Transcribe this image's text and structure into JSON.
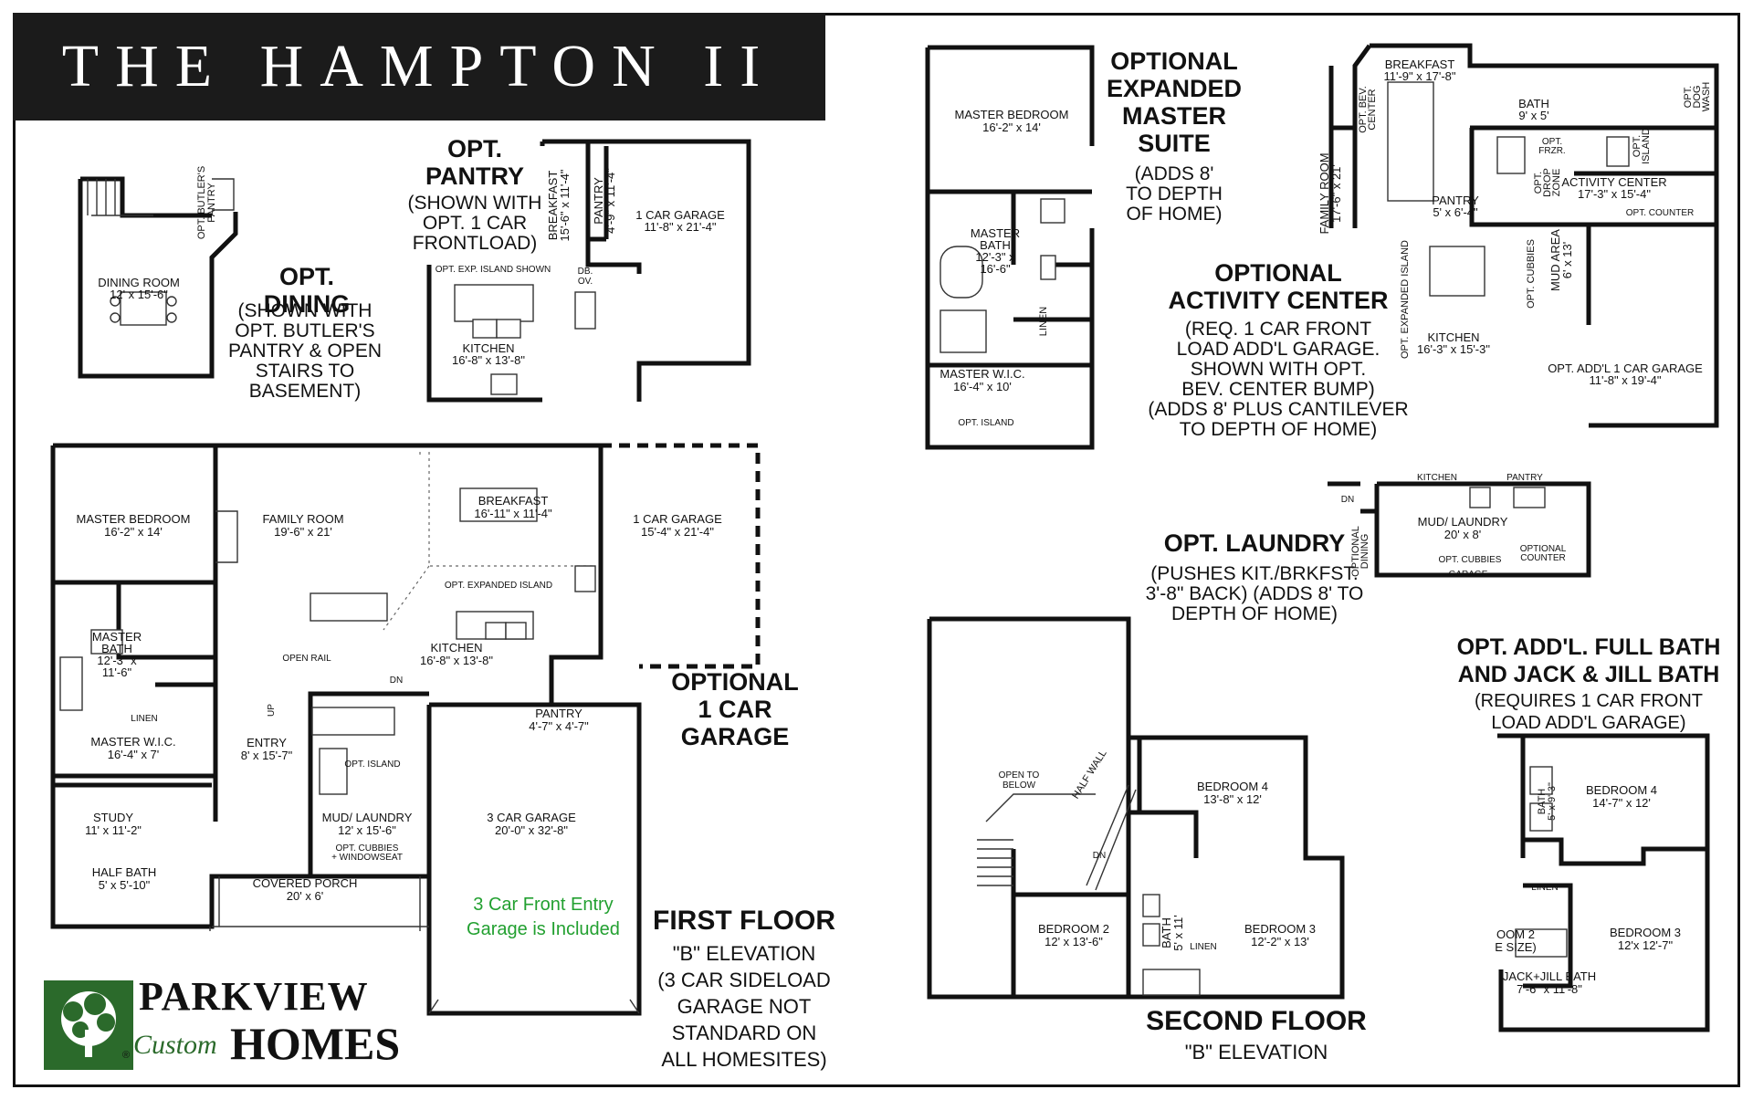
{
  "title": "THE HAMPTON II",
  "headings": {
    "opt_dining": "OPT. DINING",
    "opt_dining_note": [
      "(SHOWN WITH",
      "OPT. BUTLER'S",
      "PANTRY & OPEN",
      "STAIRS TO",
      "BASEMENT)"
    ],
    "opt_pantry": [
      "OPT.",
      "PANTRY"
    ],
    "opt_pantry_note": [
      "(SHOWN WITH",
      "OPT. 1 CAR",
      "FRONTLOAD)"
    ],
    "opt_master": [
      "OPTIONAL",
      "EXPANDED",
      "MASTER",
      "SUITE"
    ],
    "opt_master_note": [
      "(ADDS 8'",
      "TO DEPTH",
      "OF HOME)"
    ],
    "opt_activity": [
      "OPTIONAL",
      "ACTIVITY CENTER"
    ],
    "opt_activity_note": [
      "(REQ. 1 CAR FRONT",
      "LOAD ADD'L GARAGE.",
      "SHOWN WITH OPT.",
      "BEV. CENTER BUMP)",
      "(ADDS 8' PLUS CANTILEVER",
      "TO DEPTH OF HOME)"
    ],
    "opt_laundry": "OPT. LAUNDRY",
    "opt_laundry_note": [
      "(PUSHES KIT./BRKFST.",
      "3'-8\" BACK) (ADDS 8' TO",
      "DEPTH OF HOME)"
    ],
    "opt_garage": [
      "OPTIONAL",
      "1 CAR",
      "GARAGE"
    ],
    "first_floor": "FIRST FLOOR",
    "first_floor_note": [
      "\"B\" ELEVATION",
      "(3 CAR SIDELOAD",
      "GARAGE NOT",
      "STANDARD ON",
      "ALL HOMESITES)"
    ],
    "second_floor": "SECOND FLOOR",
    "second_floor_note": "\"B\" ELEVATION",
    "opt_bath": [
      "OPT. ADD'L. FULL BATH",
      "AND JACK & JILL BATH"
    ],
    "opt_bath_note": [
      "(REQUIRES 1 CAR FRONT",
      "LOAD ADD'L GARAGE)"
    ]
  },
  "garage_note": [
    "3 Car Front Entry",
    "Garage is Included"
  ],
  "logo": {
    "parkview": "PARKVIEW",
    "custom": "Custom",
    "homes": "HOMES",
    "registered": "®"
  },
  "rooms": {
    "dining_room": [
      "DINING ROOM",
      "12' x 15'-6\""
    ],
    "opt_butlers_pantry": [
      "OPT. BUTLER'S",
      "PANTRY"
    ],
    "pantry_breakfast": [
      "BREAKFAST",
      "15'-6\" x 11'-4\""
    ],
    "pantry_pantry": [
      "PANTRY",
      "4'-9\" x 11'-4\""
    ],
    "pantry_garage": [
      "1 CAR GARAGE",
      "11'-8\" x 21'-4\""
    ],
    "pantry_island": "OPT. EXP. ISLAND SHOWN",
    "pantry_dbov": [
      "DB.",
      "OV."
    ],
    "pantry_kitchen": [
      "KITCHEN",
      "16'-8\" x 13'-8\""
    ],
    "master_bedroom": [
      "MASTER BEDROOM",
      "16'-2\" x 14'"
    ],
    "family_room": [
      "FAMILY ROOM",
      "19'-6\" x 21'"
    ],
    "breakfast": [
      "BREAKFAST",
      "16'-11\" x 11'-4\""
    ],
    "one_car_garage": [
      "1 CAR GARAGE",
      "15'-4\" x 21'-4\""
    ],
    "opt_expanded_island": "OPT. EXPANDED ISLAND",
    "master_bath": [
      "MASTER",
      "BATH",
      "12'-3\" x",
      "11'-6\""
    ],
    "open_rail": "OPEN RAIL",
    "dn": "DN",
    "up": "UP",
    "kitchen": [
      "KITCHEN",
      "16'-8\" x 13'-8\""
    ],
    "linen": "LINEN",
    "master_wic": [
      "MASTER W.I.C.",
      "16'-4\" x 7'"
    ],
    "entry": [
      "ENTRY",
      "8' x 15'-7\""
    ],
    "opt_island": "OPT. ISLAND",
    "pantry_small": [
      "PANTRY",
      "4'-7\" x 4'-7\""
    ],
    "study": [
      "STUDY",
      "11' x 11'-2\""
    ],
    "mud_laundry": [
      "MUD/ LAUNDRY",
      "12' x 15'-6\""
    ],
    "opt_cubbies": [
      "OPT. CUBBIES",
      "+ WINDOWSEAT"
    ],
    "three_car_garage": [
      "3 CAR GARAGE",
      "20'-0\" x 32'-8\""
    ],
    "half_bath": [
      "HALF BATH",
      "5' x 5'-10\""
    ],
    "covered_porch": [
      "COVERED PORCH",
      "20' x 6'"
    ],
    "exp_master_bedroom": [
      "MASTER BEDROOM",
      "16'-2\" x 14'"
    ],
    "exp_master_bath": [
      "MASTER",
      "BATH",
      "12'-3\" x",
      "16'-6\""
    ],
    "exp_linen": "LINEN",
    "exp_master_wic": [
      "MASTER W.I.C.",
      "16'-4\" x 10'"
    ],
    "exp_opt_island": "OPT. ISLAND",
    "act_breakfast": [
      "BREAKFAST",
      "11'-9\" x 17'-8\""
    ],
    "act_bath": [
      "BATH",
      "9' x 5'"
    ],
    "act_opt_dog_wash": [
      "OPT.",
      "DOG",
      "WASH"
    ],
    "act_opt_bev_center": [
      "OPT. BEV.",
      "CENTER"
    ],
    "act_opt_frzr": [
      "OPT.",
      "FRZR."
    ],
    "act_opt_island": [
      "OPT.",
      "ISLAND"
    ],
    "act_opt_drop_zone": [
      "OPT.",
      "DROP",
      "ZONE"
    ],
    "act_family_room": [
      "FAMILY ROOM",
      "17'-6\" x 21'"
    ],
    "act_pantry": [
      "PANTRY",
      "5' x 6'-4\""
    ],
    "act_activity_center": [
      "ACTIVITY CENTER",
      "17'-3\" x 15'-4\""
    ],
    "act_opt_counter": "OPT. COUNTER",
    "act_opt_expanded_island": "OPT. EXPANDED ISLAND",
    "act_opt_cubbies": "OPT. CUBBIES",
    "act_mud_area": [
      "MUD AREA",
      "6' x 13'"
    ],
    "act_kitchen": [
      "KITCHEN",
      "16'-3\" x 15'-3\""
    ],
    "act_garage": [
      "OPT. ADD'L 1 CAR GARAGE",
      "11'-8\" x 19'-4\""
    ],
    "lau_kitchen": "KITCHEN",
    "lau_pantry": "PANTRY",
    "lau_dn": "DN",
    "lau_mud_laundry": [
      "MUD/ LAUNDRY",
      "20' x 8'"
    ],
    "lau_optional_dining": [
      "OPTIONAL",
      "DINING"
    ],
    "lau_opt_cubbies": "OPT. CUBBIES",
    "lau_optional_counter": [
      "OPTIONAL",
      "COUNTER"
    ],
    "lau_garage": "GARAGE",
    "sf_open_to_below": [
      "OPEN TO",
      "BELOW"
    ],
    "sf_half_wall": "HALF WALL",
    "sf_bedroom4": [
      "BEDROOM 4",
      "13'-8\" x 12'"
    ],
    "sf_dn": "DN",
    "sf_bedroom2": [
      "BEDROOM 2",
      "12' x 13'-6\""
    ],
    "sf_bath": [
      "BATH",
      "5' x 11'"
    ],
    "sf_linen": "LINEN",
    "sf_bedroom3": [
      "BEDROOM 3",
      "12'-2\" x 13'"
    ],
    "ob_bath": [
      "BATH",
      "5' x 9'-3\""
    ],
    "ob_bedroom4": [
      "BEDROOM 4",
      "14'-7\" x 12'"
    ],
    "ob_linen": "LINEN",
    "ob_bedroom2": [
      "OOM 2",
      "E SIZE)"
    ],
    "ob_bedroom3": [
      "BEDROOM 3",
      "12'x 12'-7\""
    ],
    "ob_jack_jill": [
      "JACK+JILL BATH",
      "7'-6\" x 11'-8\""
    ]
  },
  "colors": {
    "title_bar": "#1b1b1b",
    "title_text": "#ffffff",
    "note_green": "#22a030",
    "logo_green": "#2b6a2b",
    "walls": "#111111"
  }
}
